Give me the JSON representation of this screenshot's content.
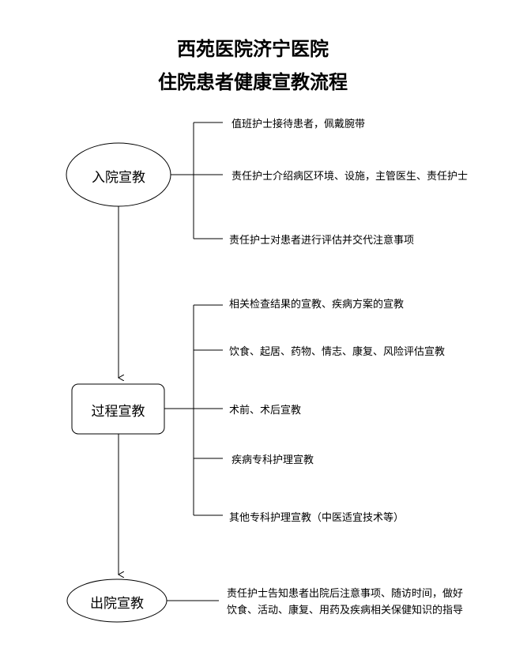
{
  "title": {
    "line1": "西苑医院济宁医院",
    "line2": "住院患者健康宣教流程"
  },
  "stages": [
    {
      "label": "入院宣教",
      "items": [
        "值班护士接待患者，佩戴腕带",
        "责任护士介绍病区环境、设施，主管医生、责任护士",
        "责任护士对患者进行评估并交代注意事项"
      ]
    },
    {
      "label": "过程宣教",
      "items": [
        "相关检查结果的宣教、疾病方案的宣教",
        "饮食、起居、药物、情志、康复、风险评估宣教",
        "术前、术后宣教",
        "疾病专科护理宣教",
        "其他专科护理宣教（中医适宜技术等）"
      ]
    },
    {
      "label": "出院宣教",
      "items": [
        "责任护士告知患者出院后注意事项、随访时间，做好",
        "饮食、活动、康复、用药及疾病相关保健知识的指导"
      ]
    }
  ]
}
